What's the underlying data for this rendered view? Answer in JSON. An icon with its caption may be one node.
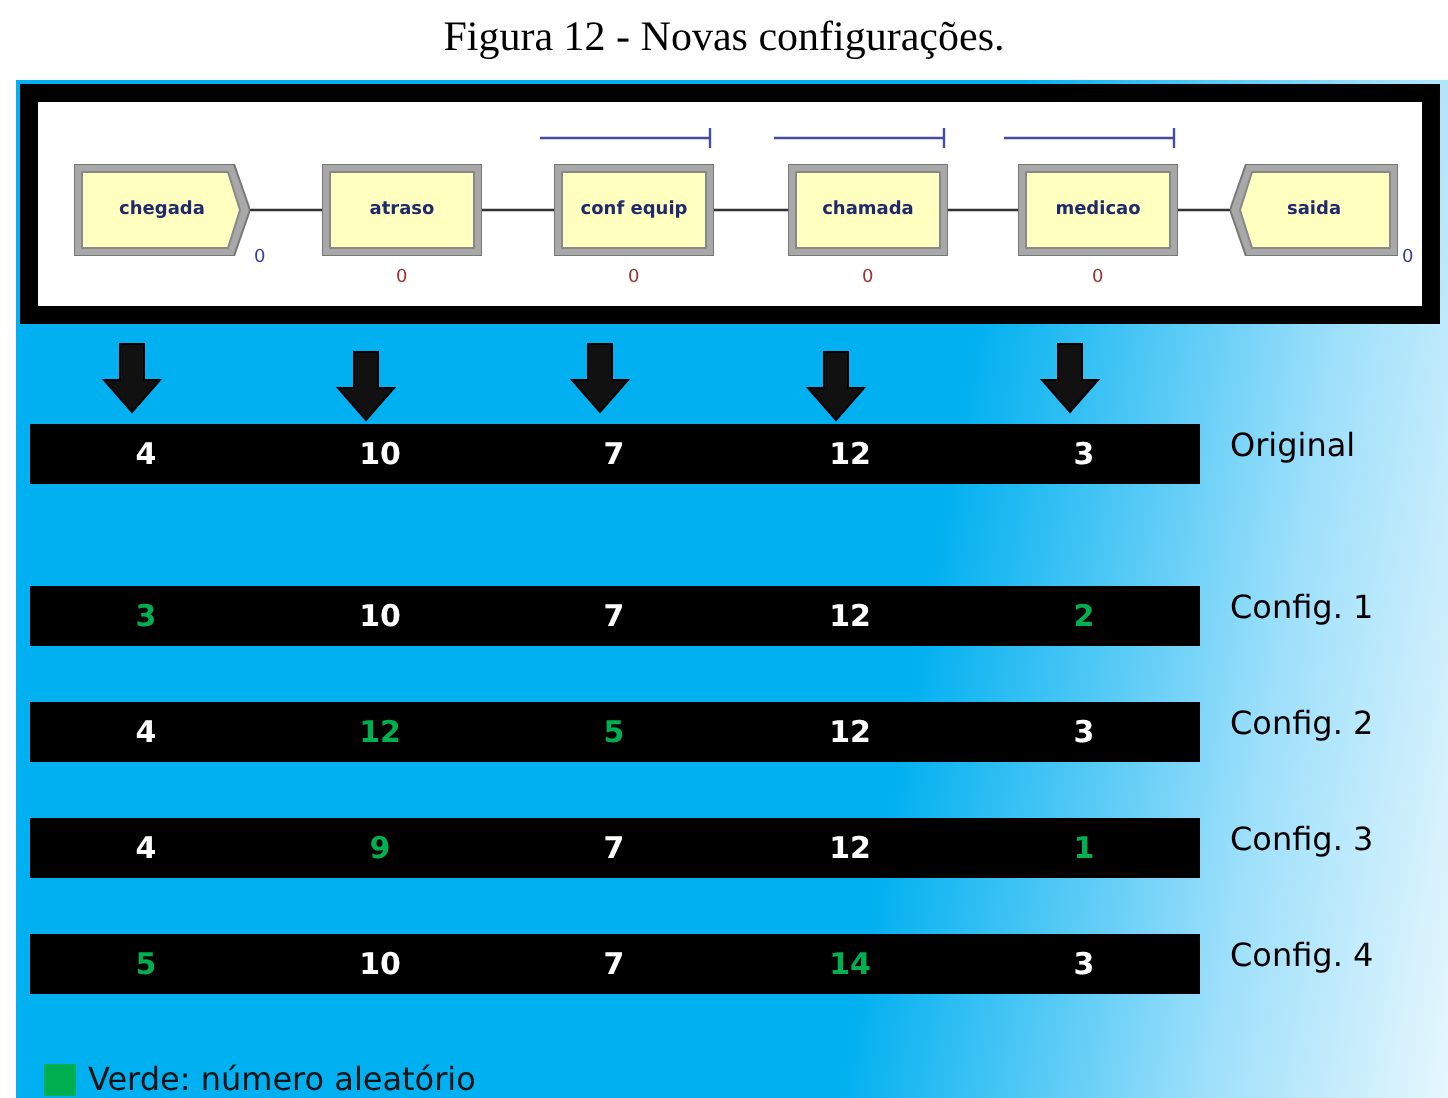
{
  "diagram": {
    "title": "Figura 12 - Novas configurações.",
    "nodes": [
      {
        "text": [],
        "shape": "box"
      },
      {
        "text": [
          "chegada"
        ],
        "in": 0,
        "beside": [
          "0"
        ]
      },
      {
        "text": [
          "atraso"
        ],
        "in": 0,
        "beside": [
          "0"
        ]
      },
      {
        "text": [
          "conf equip"
        ],
        "in": 0,
        "beside": [
          "0"
        ]
      },
      {
        "text": [
          "chamada"
        ],
        "in": 0,
        "beside": [
          "0"
        ]
      },
      {
        "text": [
          "medicao"
        ],
        "in": 0,
        "beside": [
          "0"
        ]
      },
      {
        "text": [
          "saida"
        ],
        "in": 0,
        "beside": [
          "0"
        ]
      },
      {
        "text": [
          "4",
          "10",
          "7",
          "12",
          "3"
        ],
        "beside": [
          "Original"
        ]
      },
      {
        "text": [
          "3",
          "10",
          "7",
          "12",
          "2"
        ],
        "beside": [
          "Config. 1"
        ]
      },
      {
        "text": [
          "4",
          "12",
          "5",
          "12",
          "3"
        ],
        "beside": [
          "Config. 2"
        ]
      },
      {
        "text": [
          "4",
          "9",
          "7",
          "12",
          "1"
        ],
        "beside": [
          "Config. 3"
        ]
      },
      {
        "text": [
          "5",
          "10",
          "7",
          "14",
          "3"
        ],
        "beside": [
          "Config. 4"
        ]
      }
    ],
    "edges": [
      {
        "from": 1,
        "to": 2,
        "arrow": "none"
      },
      {
        "from": 2,
        "to": 3,
        "arrow": "none"
      },
      {
        "from": 3,
        "to": 4,
        "arrow": "none"
      },
      {
        "from": 4,
        "to": 5,
        "arrow": "none"
      },
      {
        "from": 5,
        "to": 6,
        "arrow": "none"
      }
    ],
    "legend": [
      {
        "text": "Verde: número aleatório",
        "color": "#00b050"
      }
    ]
  }
}
